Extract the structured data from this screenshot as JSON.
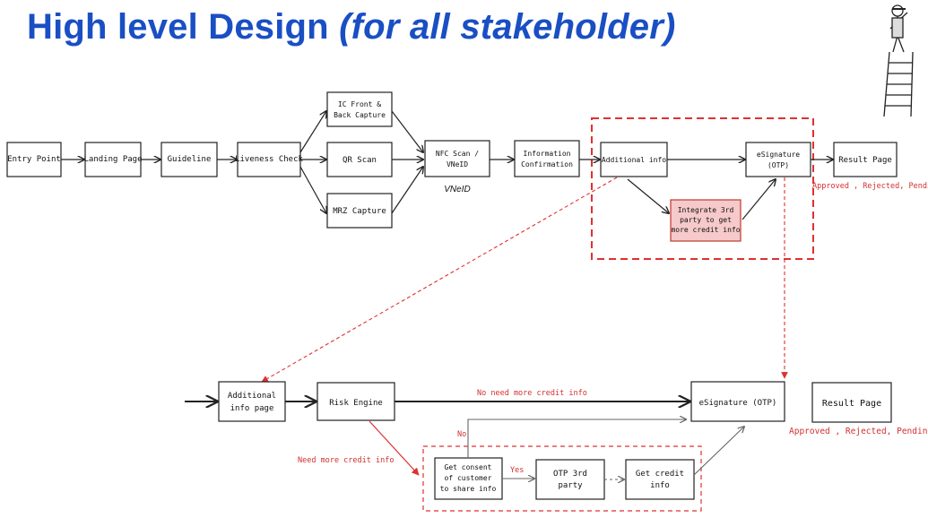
{
  "title": {
    "main": "High level Design ",
    "paren": "(for all stakeholder)"
  },
  "colors": {
    "title": "#1a4fc4",
    "accent_red": "#e03030",
    "highlight_fill": "#f6c9cb"
  },
  "icons": {
    "top_right": "person-on-ladder-icon"
  },
  "top_flow": {
    "entry_point": "Entry Point",
    "landing_page": "Landing Page",
    "guideline": "Guideline",
    "liveness_check": "Liveness Check",
    "ic_capture": [
      "IC Front &",
      "Back Capture"
    ],
    "qr_scan": "QR Scan",
    "mrz_capture": "MRZ Capture",
    "nfc_scan": [
      "NFC Scan /",
      "VNeID"
    ],
    "vneid_caption": "VNeID",
    "info_confirmation": [
      "Information",
      "Confirmation"
    ],
    "additional_info": "Additional info",
    "integrate_3rd_party": [
      "Integrate 3rd",
      "party to get",
      "more credit info"
    ],
    "esignature": [
      "eSignature",
      "(OTP)"
    ],
    "result_page": "Result Page",
    "result_note": "Approved , Rejected, Pending"
  },
  "bottom_flow": {
    "additional_info_page": [
      "Additional",
      "info page"
    ],
    "risk_engine": "Risk Engine",
    "no_need_label": "No need more credit info",
    "esignature": "eSignature (OTP)",
    "result_page": "Result Page",
    "result_note": "Approved , Rejected, Pending",
    "need_more_label": "Need more credit info",
    "no_label": "No",
    "yes_label": "Yes",
    "get_consent": [
      "Get consent",
      "of customer",
      "to share info"
    ],
    "otp_3rd_party": [
      "OTP 3rd",
      "party"
    ],
    "get_credit_info": [
      "Get credit",
      "info"
    ]
  }
}
